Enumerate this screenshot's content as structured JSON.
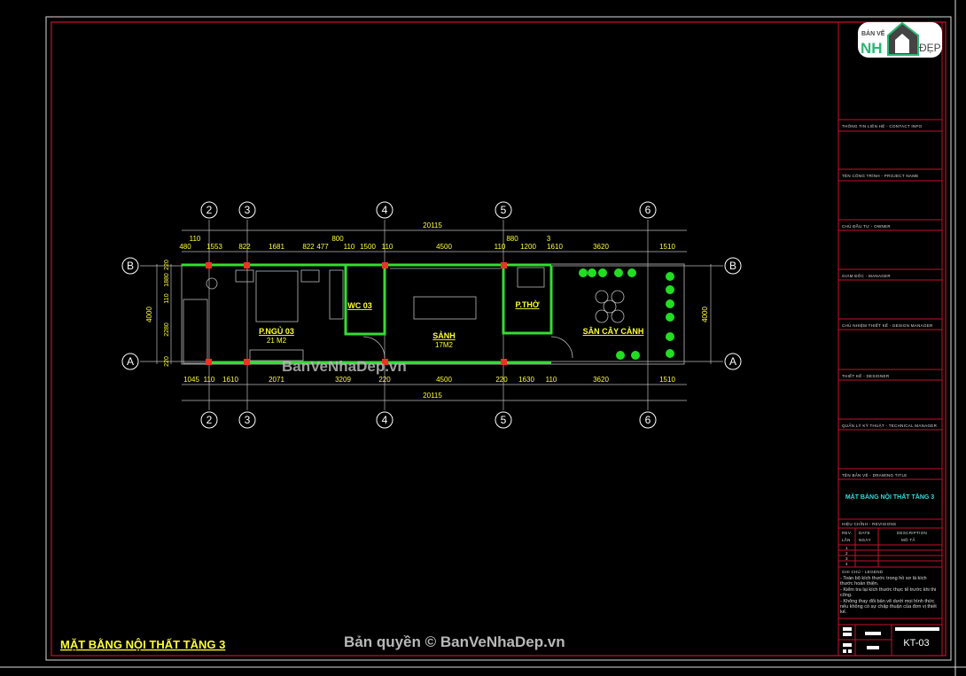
{
  "logo": {
    "line1": "BẢN VẼ",
    "line2": "NH",
    "line3": "ĐẸP"
  },
  "drawing_title": "MẶT BẰNG NỘI THẤT TẦNG 3",
  "watermarks": {
    "center": "BanVeNhaDep.vn",
    "bottom": "Bản quyền © BanVeNhaDep.vn"
  },
  "grid": {
    "columns": [
      "2",
      "3",
      "4",
      "5",
      "6"
    ],
    "rows": [
      "B",
      "A"
    ]
  },
  "dimensions": {
    "total": "20115",
    "top": [
      "480",
      "110",
      "1553",
      "822",
      "1681",
      "822",
      "477",
      "800",
      "110",
      "1500",
      "110",
      "4500",
      "110",
      "880",
      "1200",
      "3",
      "1610",
      "3620",
      "1510"
    ],
    "bottom": [
      "1045",
      "110",
      "1610",
      "2071",
      "3209",
      "220",
      "4500",
      "220",
      "1630",
      "110",
      "3620",
      "1510"
    ],
    "left": [
      "220",
      "1880",
      "110",
      "2280",
      "220"
    ],
    "height_total": "4000"
  },
  "rooms": [
    {
      "name": "P.NGỦ 03",
      "area": "21 M2"
    },
    {
      "name": "WC 03",
      "area": ""
    },
    {
      "name": "SẢNH",
      "area": "17M2"
    },
    {
      "name": "P.THỜ",
      "area": ""
    },
    {
      "name": "SÂN CÂY CẢNH",
      "area": ""
    }
  ],
  "title_block": {
    "contact": "THÔNG TIN LIÊN HỆ - CONTACT INFO",
    "project": "TÊN CÔNG TRÌNH - PROJECT NAME",
    "owner": "CHỦ ĐẦU TƯ - OWNER",
    "manager": "GIÁM ĐỐC - MANAGER",
    "design_manager": "CHỦ NHIỆM THIẾT KẾ - DESIGN MANAGER",
    "designer": "THIẾT KẾ - DESIGNER",
    "technical": "QUẢN LÝ KỸ THUẬT - TECHNICAL MANAGER",
    "drawing_title_label": "TÊN BẢN VẼ - DRAWING TITLE",
    "drawing_title": "MẶT BẰNG NỘI THẤT TẦNG 3",
    "revisions": "HIỆU CHỈNH - REVISIONS",
    "rev_cols": [
      "REV.",
      "LẦN",
      "DATE",
      "NGÀY",
      "DESCRIPTION",
      "MÔ TẢ"
    ],
    "rev_rows": [
      "1",
      "2",
      "3",
      "4"
    ],
    "legend": "GHI CHÚ - LEGEND",
    "notes": [
      "- Toàn bộ kích thước trong hồ sơ là kích thước hoàn thiện.",
      "- Kiểm tra lại kích thước thực tế trước khi thi công.",
      "- Không thay đổi bản vẽ dưới mọi hình thức nếu không có sự chấp thuận của đơn vị thiết kế."
    ],
    "sheet": "KT-03"
  },
  "colors": {
    "frame": "#c8102e",
    "wall": "#33dd33",
    "dim": "#ffff33",
    "title": "#33dddd"
  }
}
